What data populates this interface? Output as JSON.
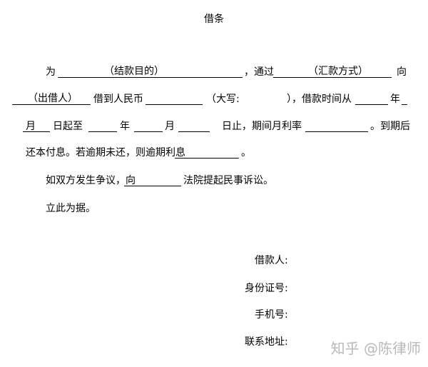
{
  "document": {
    "title": "借条",
    "line1": {
      "part_a": "为",
      "placeholder_purpose": "（结款目的）",
      "part_b": "，通过",
      "placeholder_method": "（汇款方式）",
      "part_c": "向"
    },
    "line2": {
      "placeholder_lender": "（出借人）",
      "part_a": "借到人民币",
      "part_b": "（大写:",
      "part_c": "），借款时间从",
      "part_d": "年"
    },
    "line3": {
      "part_a": "月",
      "part_b": "日起至",
      "part_c": "年",
      "part_d": "月",
      "part_e": "日止，期间月利率",
      "part_f": "。到期后"
    },
    "line4": {
      "part_a": "还本付息。若逾期未还，则逾期利息",
      "part_b": "。"
    },
    "line5": {
      "part_a": "如双方发生争议，向",
      "part_b": "法院提起民事诉讼。"
    },
    "line6": "立此为据。",
    "signature": {
      "borrower": "借款人:",
      "id_number": "身份证号:",
      "phone": "手机号:",
      "address": "联系地址:"
    },
    "watermark": "知乎 @陈律师"
  }
}
